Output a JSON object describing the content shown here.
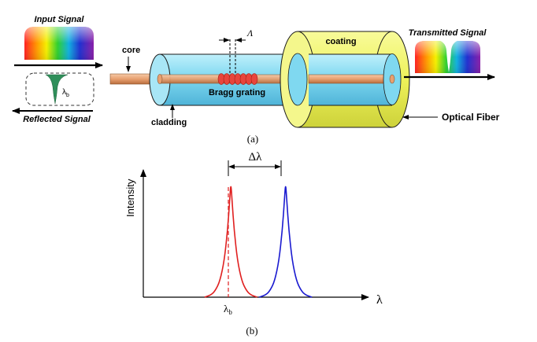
{
  "panel_a": {
    "input_signal": "Input Signal",
    "reflected_signal": "Reflected Signal",
    "reflected_peak": "λ",
    "reflected_peak_sub": "b",
    "core": "core",
    "cladding": "cladding",
    "period_symbol": "Λ",
    "bragg_grating": "Bragg grating",
    "coating": "coating",
    "transmitted_signal": "Transmitted Signal",
    "optical_fiber": "Optical Fiber",
    "caption": "(a)"
  },
  "panel_b": {
    "ylabel": "Intensity",
    "xlabel": "λ",
    "shift_label": "Δλ",
    "peak_label": "λ",
    "peak_label_sub": "b",
    "caption": "(b)"
  },
  "colors": {
    "fiber_cyan": "#7fd8f0",
    "coating_yellow": "#eef25a",
    "core_orange": "#e8a070",
    "grating_red": "#e8453c",
    "reflected_green": "#2f8f5a",
    "curve_red": "#e02020",
    "curve_blue": "#1a1ad0"
  },
  "chart_data": {
    "type": "line",
    "xlabel": "λ",
    "ylabel": "Intensity",
    "series": [
      {
        "x": [
          0.28,
          0.31,
          0.33,
          0.35,
          0.37,
          0.385,
          0.395,
          0.4,
          0.405,
          0.415,
          0.43,
          0.45,
          0.47,
          0.49,
          0.52
        ],
        "values": [
          0.0,
          0.02,
          0.06,
          0.14,
          0.32,
          0.58,
          0.85,
          1.0,
          0.85,
          0.58,
          0.32,
          0.14,
          0.06,
          0.02,
          0.0
        ]
      },
      {
        "x": [
          0.53,
          0.56,
          0.58,
          0.6,
          0.62,
          0.635,
          0.645,
          0.65,
          0.655,
          0.665,
          0.68,
          0.7,
          0.72,
          0.74,
          0.77
        ],
        "values": [
          0.0,
          0.02,
          0.06,
          0.14,
          0.32,
          0.58,
          0.85,
          1.0,
          0.85,
          0.58,
          0.32,
          0.14,
          0.06,
          0.02,
          0.0
        ]
      }
    ]
  }
}
